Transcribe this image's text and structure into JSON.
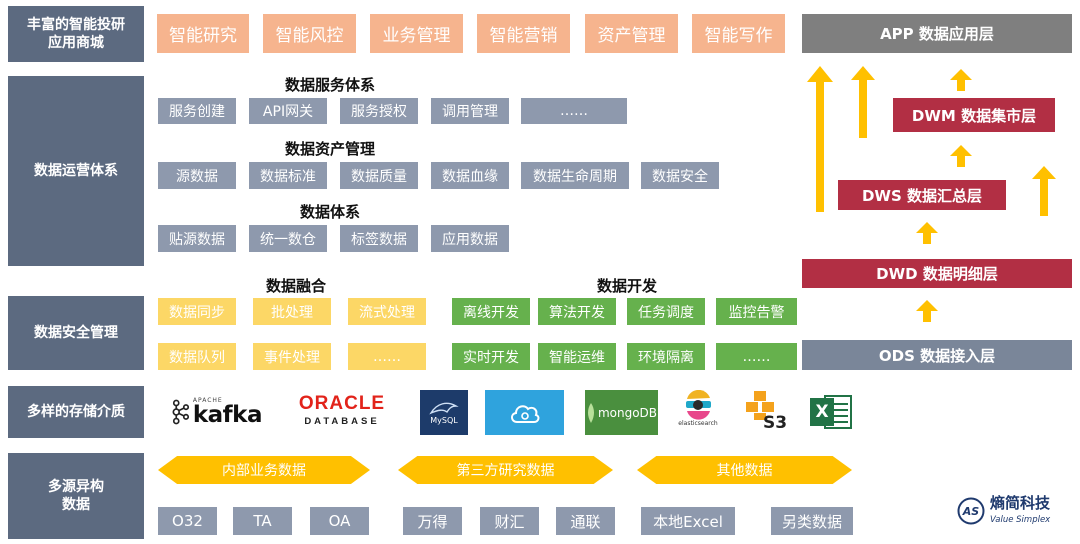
{
  "row_labels": {
    "app_mall": "丰富的智能投研\n应用商城",
    "data_ops": "数据运营体系",
    "data_security": "数据安全管理",
    "storage": "多样的存储介质",
    "sources": "多源异构\n数据"
  },
  "apps": [
    "智能研究",
    "智能风控",
    "业务管理",
    "智能营销",
    "资产管理",
    "智能写作"
  ],
  "service_system": {
    "title": "数据服务体系",
    "items": [
      "服务创建",
      "API网关",
      "服务授权",
      "调用管理",
      "……"
    ]
  },
  "asset_management": {
    "title": "数据资产管理",
    "items": [
      "源数据",
      "数据标准",
      "数据质量",
      "数据血缘",
      "数据生命周期",
      "数据安全"
    ]
  },
  "data_system": {
    "title": "数据体系",
    "items": [
      "贴源数据",
      "统一数仓",
      "标签数据",
      "应用数据"
    ]
  },
  "fusion": {
    "title": "数据融合",
    "row1": [
      "数据同步",
      "批处理",
      "流式处理"
    ],
    "row2": [
      "数据队列",
      "事件处理",
      "……"
    ]
  },
  "development": {
    "title": "数据开发",
    "row1": [
      "离线开发",
      "算法开发",
      "任务调度",
      "监控告警"
    ],
    "row2": [
      "实时开发",
      "智能运维",
      "环境隔离",
      "……"
    ]
  },
  "storage_logos": {
    "kafka": "kafka",
    "kafka_small": "APACHE",
    "oracle_top": "ORACLE",
    "oracle_bottom": "DATABASE",
    "mysql": "MySQL",
    "mongodb": "mongoDB",
    "elasticsearch": "elasticsearch",
    "s3": "S3",
    "excel": "X"
  },
  "source_groups": [
    "内部业务数据",
    "第三方研究数据",
    "其他数据"
  ],
  "source_items": [
    "O32",
    "TA",
    "OA",
    "万得",
    "财汇",
    "通联",
    "本地Excel",
    "另类数据"
  ],
  "layers": {
    "app": "APP 数据应用层",
    "dwm": "DWM 数据集市层",
    "dws": "DWS 数据汇总层",
    "dwd": "DWD 数据明细层",
    "ods": "ODS 数据接入层"
  },
  "brand": {
    "name": "熵简科技",
    "subtitle": "Value Simplex",
    "mark": "AS"
  },
  "colors": {
    "row_label": "#5c6a80",
    "app_tile": "#f6b48e",
    "gray_tile": "#8e99ad",
    "yellow_tile": "#fcd766",
    "green_tile": "#66b14d",
    "arrow": "#ffc000",
    "layer_red": "#b22f44",
    "layer_gray": "#7f7f7f",
    "brand": "#1f3a6e"
  }
}
